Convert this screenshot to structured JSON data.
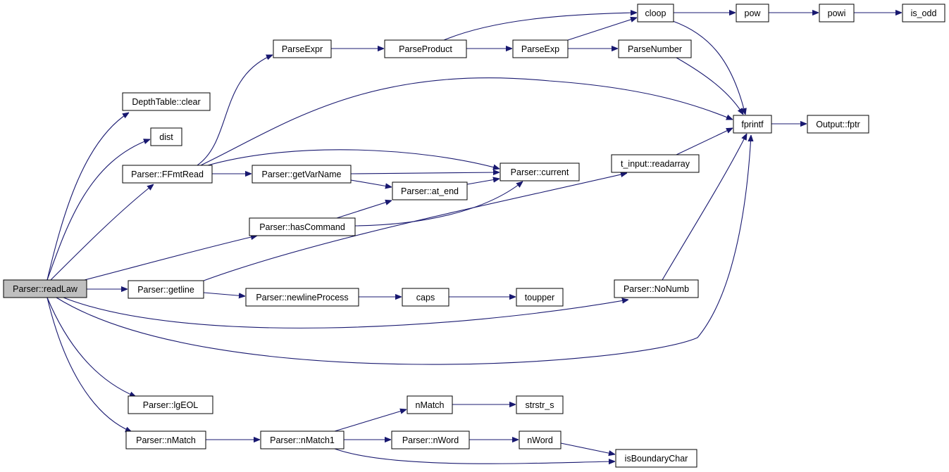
{
  "colors": {
    "edge": "#191970",
    "root_fill": "#bfbfbf",
    "node_fill": "#ffffff",
    "node_border": "#000000"
  },
  "nodes": {
    "readLaw": "Parser::readLaw",
    "depthClear": "DepthTable::clear",
    "dist": "dist",
    "ffmtRead": "Parser::FFmtRead",
    "parseExpr": "ParseExpr",
    "parseProduct": "ParseProduct",
    "parseExp": "ParseExp",
    "cloop": "cloop",
    "pow": "pow",
    "powi": "powi",
    "isOdd": "is_odd",
    "parseNumber": "ParseNumber",
    "fprintf": "fprintf",
    "fptr": "Output::fptr",
    "getVarName": "Parser::getVarName",
    "current": "Parser::current",
    "atEnd": "Parser::at_end",
    "hasCommand": "Parser::hasCommand",
    "readarray": "t_input::readarray",
    "getline": "Parser::getline",
    "newlineProcess": "Parser::newlineProcess",
    "caps": "caps",
    "toupper": "toupper",
    "noNumb": "Parser::NoNumb",
    "lgEOL": "Parser::lgEOL",
    "pNMatch": "Parser::nMatch",
    "pNMatch1": "Parser::nMatch1",
    "nMatch": "nMatch",
    "strstrS": "strstr_s",
    "pNWord": "Parser::nWord",
    "nWord": "nWord",
    "isBoundaryChar": "isBoundaryChar"
  }
}
